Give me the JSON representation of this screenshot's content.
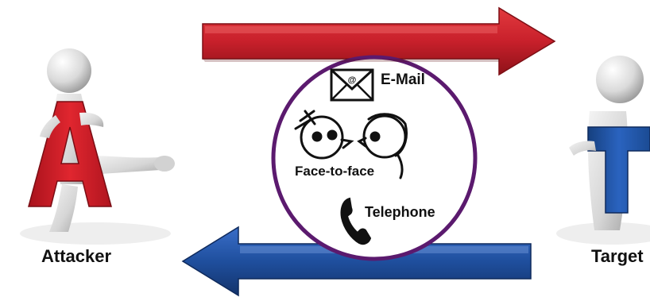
{
  "figure": {
    "attacker": {
      "label": "Attacker",
      "letter": "A"
    },
    "target": {
      "label": "Target",
      "letter": "T"
    },
    "channels": {
      "email": {
        "label": "E-Mail",
        "glyph": "@"
      },
      "face_to_face": {
        "label": "Face-to-face"
      },
      "telephone": {
        "label": "Telephone"
      }
    },
    "arrows": {
      "top": {
        "direction": "right",
        "color": "#c8202b"
      },
      "bottom": {
        "direction": "left",
        "color": "#1f4f9e"
      }
    },
    "colors": {
      "attacker_letter": "#c91c28",
      "target_letter": "#1f55a8",
      "circle_border": "#5b1a6e",
      "figure_gray": "#dcdcdc"
    },
    "icons": [
      "envelope-icon",
      "face-icon",
      "telephone-icon"
    ]
  }
}
